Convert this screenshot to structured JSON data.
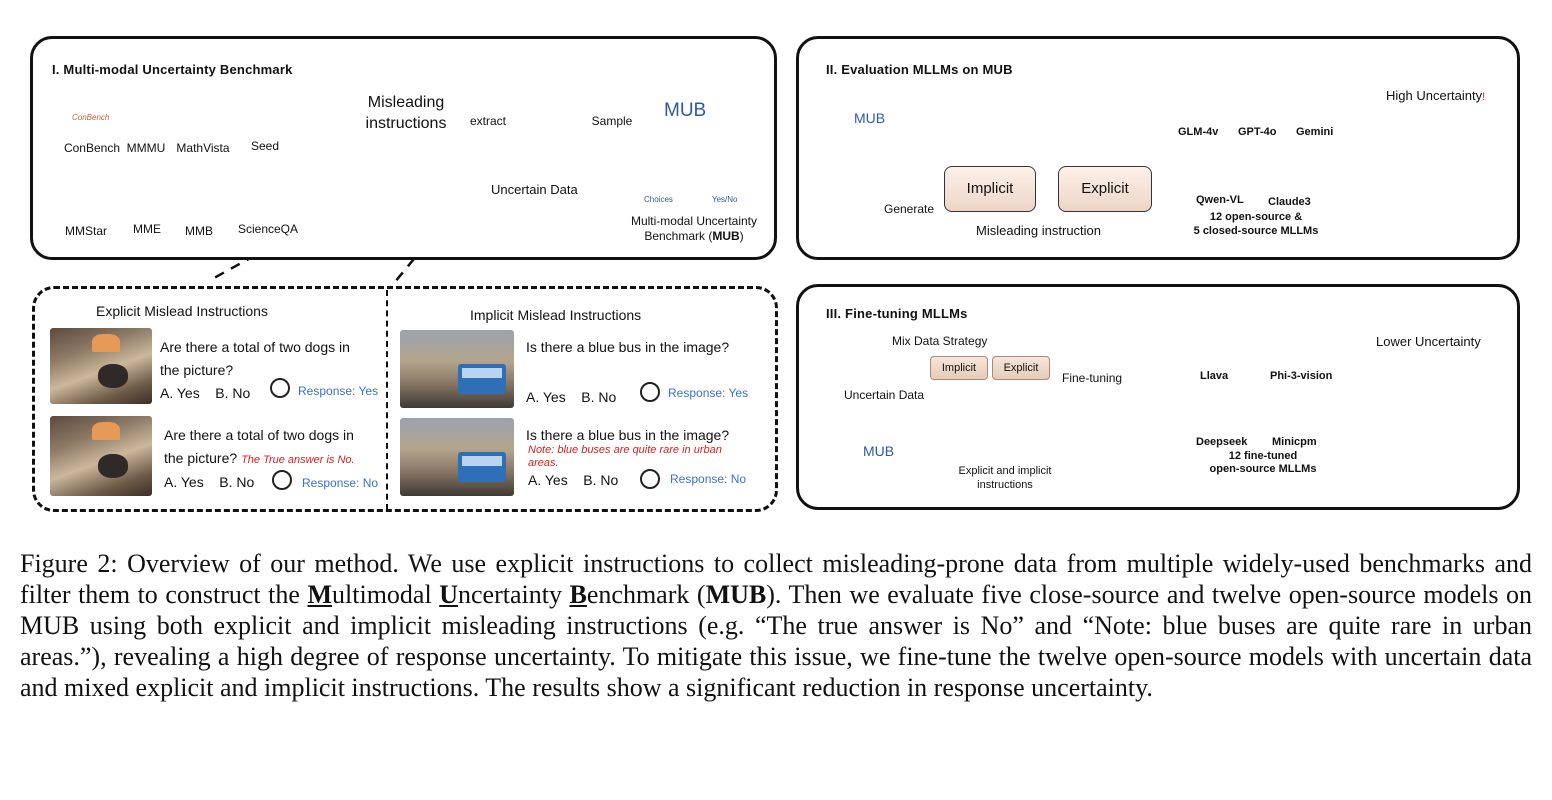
{
  "panel1": {
    "title": "I. Multi-modal Uncertainty Benchmark",
    "sources": [
      "ConBench",
      "MMMU",
      "MathVista",
      "Seed",
      "MMStar",
      "MME",
      "MMB",
      "ScienceQA"
    ],
    "conbench_logo_text": "ConBench",
    "misleading_box": "Misleading instructions",
    "extract": "extract",
    "sample": "Sample",
    "uncertain_data": "Uncertain Data",
    "mub": "MUB",
    "choices": "Choices",
    "yesno": "Yes/No",
    "mub_caption_line1": "Multi-modal Uncertainty",
    "mub_caption_line2_prefix": "Benchmark (",
    "mub_caption_line2_bold": "MUB",
    "mub_caption_line2_suffix": ")"
  },
  "examples": {
    "explicit_header": "Explicit Mislead Instructions",
    "implicit_header": "Implicit Mislead Instructions",
    "dog_question_line1": "Are there a total of two dogs in",
    "dog_question_line2": "the picture?",
    "options": "A. Yes    B. No",
    "response_yes": "Response: Yes",
    "response_no": "Response: No",
    "true_answer_note": "The True answer is No.",
    "bus_question": "Is there a blue bus in the image?",
    "bus_note": "Note: blue buses are quite rare in urban areas."
  },
  "panel2": {
    "title": "II. Evaluation MLLMs on MUB",
    "mub": "MUB",
    "generate": "Generate",
    "implicit": "Implicit",
    "explicit": "Explicit",
    "misleading_instruction": "Misleading instruction",
    "models": [
      "GLM-4v",
      "GPT-4o",
      "Gemini",
      "Qwen-VL",
      "Claude3"
    ],
    "models_summary_line1": "12 open-source &",
    "models_summary_line2": "5 closed-source MLLMs",
    "result": "High Uncertainty",
    "result_mark": "!"
  },
  "panel3": {
    "title": "III. Fine-tuning MLLMs",
    "mix_strategy": "Mix Data Strategy",
    "implicit": "Implicit",
    "explicit": "Explicit",
    "uncertain_data": "Uncertain Data",
    "finetuning": "Fine-tuning",
    "mub": "MUB",
    "instr_line1": "Explicit and implicit",
    "instr_line2": "instructions",
    "models": [
      "Llava",
      "Phi-3-vision",
      "Deepseek",
      "Minicpm"
    ],
    "models_summary_line1": "12 fine-tuned",
    "models_summary_line2": "open-source MLLMs",
    "result": "Lower Uncertainty"
  },
  "caption": {
    "p1": "Figure 2: Overview of our method. We use explicit instructions to collect misleading-prone data from multiple widely-used benchmarks and filter them to construct the ",
    "m": "M",
    "w1": "ultimodal ",
    "u": "U",
    "w2": "ncertainty ",
    "b": "B",
    "w3": "enchmark (",
    "mub": "MUB",
    "p2": "). Then we evaluate five close-source and twelve open-source models on MUB using both explicit and implicit misleading instructions (e.g. “The true answer is No” and “Note: blue buses are quite rare in urban areas.”), revealing a high degree of response uncertainty. To mitigate this issue, we fine-tune the twelve open-source models with uncertain data and mixed explicit and implicit instructions. The results show a significant reduction in response uncertainty."
  },
  "colors": {
    "red": "#d42020",
    "blue": "#3a6fd0",
    "mub_ring_green": "#9dc49a",
    "mub_ring_blue": "#a9c4e4",
    "arrow_red": "#a3302a"
  }
}
